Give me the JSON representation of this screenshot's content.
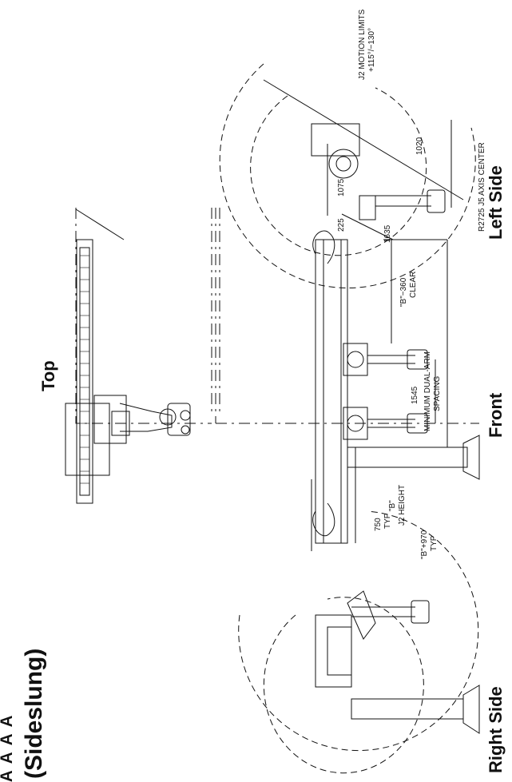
{
  "title": {
    "line1": "ᴬ ᴬ ᴬ ᴬ",
    "line2": "(Sideslung)"
  },
  "views": {
    "top": "Top",
    "front": "Front",
    "right_side": "Right Side",
    "left_side": "Left Side"
  },
  "dimensions": {
    "j2_motion_limits": "J2 MOTION LIMITS",
    "j2_angles": "+115°/−130°",
    "j5_axis": "R2725 J5 AXIS CENTER",
    "d1020": "1020",
    "d1075": "1075",
    "d225": "225",
    "d1635": "1635",
    "clear_b": "\"B\"−360",
    "clear": "CLEAR",
    "d1545": "1545",
    "min_dual": "MINIMUM DUAL-ARM",
    "spacing": "SPACING",
    "d750": "750",
    "typ1": "TYP",
    "b_label": "\"B\"",
    "j2_height": "J2 HEIGHT",
    "b970": "\"B\"+970",
    "typ2": "TYP"
  },
  "colors": {
    "ink": "#111111",
    "paper": "#ffffff"
  }
}
